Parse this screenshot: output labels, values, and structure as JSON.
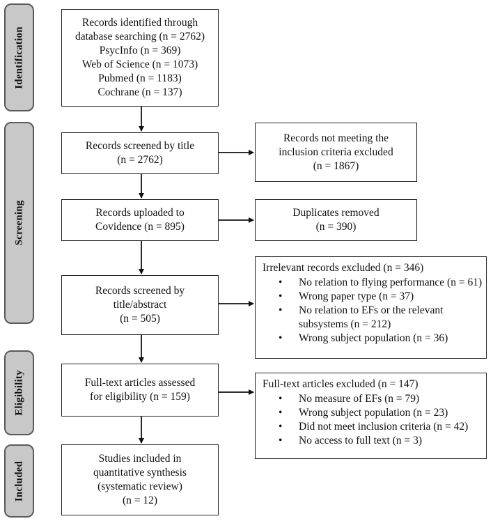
{
  "phases": [
    {
      "id": "identification",
      "label": "Identification"
    },
    {
      "id": "screening",
      "label": "Screening"
    },
    {
      "id": "eligibility",
      "label": "Eligibility"
    },
    {
      "id": "included",
      "label": "Included"
    }
  ],
  "boxes": {
    "identified": {
      "lines": [
        "Records identified through",
        "database searching (n = 2762)",
        "PsycInfo (n = 369)",
        "Web of Science (n = 1073)",
        "Pubmed (n = 1183)",
        "Cochrane (n = 137)"
      ]
    },
    "screened_title": {
      "lines": [
        "Records screened by title",
        "(n = 2762)"
      ]
    },
    "not_meeting_criteria": {
      "lines": [
        "Records not meeting the",
        "inclusion criteria excluded",
        "(n = 1867)"
      ]
    },
    "uploaded_covidence": {
      "lines": [
        "Records uploaded to",
        "Covidence (n = 895)"
      ]
    },
    "duplicates_removed": {
      "lines": [
        "Duplicates removed",
        "(n = 390)"
      ]
    },
    "screened_abstract": {
      "lines": [
        "Records screened by",
        "title/abstract",
        "(n = 505)"
      ]
    },
    "irrelevant_excluded": {
      "title": "Irrelevant records excluded (n = 346)",
      "items": [
        "No relation to flying performance (n = 61)",
        "Wrong paper type (n = 37)",
        "No relation to EFs or the relevant\nsubsystems (n = 212)",
        "Wrong subject population (n = 36)"
      ]
    },
    "fulltext_assessed": {
      "lines": [
        "Full-text articles assessed",
        "for eligibility (n = 159)"
      ]
    },
    "fulltext_excluded": {
      "title": "Full-text articles excluded (n = 147)",
      "items": [
        "No measure of EFs (n = 79)",
        "Wrong subject population (n = 23)",
        "Did not meet inclusion criteria (n = 42)",
        "No access to full text (n = 3)"
      ]
    },
    "studies_included": {
      "lines": [
        "Studies included in",
        "quantitative synthesis",
        "(systematic review)",
        "(n = 12)"
      ]
    }
  }
}
